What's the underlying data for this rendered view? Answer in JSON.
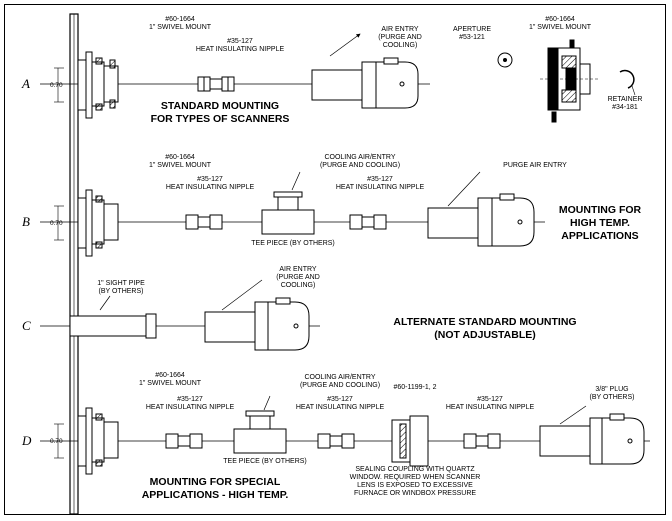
{
  "rows": {
    "a": "A",
    "b": "B",
    "c": "C",
    "d": "D"
  },
  "dim": "0.70",
  "row_a": {
    "swivel_part": "#60-1664",
    "swivel_name": "1\" SWIVEL MOUNT",
    "nipple_part": "#35-127",
    "nipple_name": "HEAT INSULATING NIPPLE",
    "air_entry": "AIR ENTRY",
    "air_entry_sub1": "(PURGE AND",
    "air_entry_sub2": "COOLING)",
    "title1": "STANDARD MOUNTING",
    "title2": "FOR TYPES OF SCANNERS",
    "aperture_label": "APERTURE",
    "aperture_part": "#53-121",
    "detail_swivel_part": "#60-1664",
    "detail_swivel_name": "1\" SWIVEL MOUNT",
    "retainer_label": "RETAINER",
    "retainer_part": "#34-181"
  },
  "row_b": {
    "swivel_part": "#60-1664",
    "swivel_name": "1\" SWIVEL MOUNT",
    "nipple1_part": "#35-127",
    "nipple1_name": "HEAT INSULATING NIPPLE",
    "cooling1": "COOLING AIR/ENTRY",
    "cooling2": "(PURGE AND COOLING)",
    "nipple2_part": "#35-127",
    "nipple2_name": "HEAT INSULATING NIPPLE",
    "purge": "PURGE AIR ENTRY",
    "tee": "TEE PIECE (BY OTHERS)",
    "title1": "MOUNTING FOR",
    "title2": "HIGH TEMP.",
    "title3": "APPLICATIONS"
  },
  "row_c": {
    "sight1": "1\" SIGHT PIPE",
    "sight2": "(BY OTHERS)",
    "air_entry": "AIR ENTRY",
    "air_entry_sub1": "(PURGE AND",
    "air_entry_sub2": "COOLING)",
    "title1": "ALTERNATE STANDARD MOUNTING",
    "title2": "(NOT ADJUSTABLE)"
  },
  "row_d": {
    "swivel_part": "#60-1664",
    "swivel_name": "1\" SWIVEL MOUNT",
    "nipple1_part": "#35-127",
    "nipple1_name": "HEAT INSULATING NIPPLE",
    "cooling1": "COOLING AIR/ENTRY",
    "cooling2": "(PURGE AND COOLING)",
    "nipple2_part": "#35-127",
    "nipple2_name": "HEAT INSULATING NIPPLE",
    "coupling_part": "#60-1199-1, 2",
    "nipple3_part": "#35-127",
    "nipple3_name": "HEAT INSULATING NIPPLE",
    "plug1": "3/8\" PLUG",
    "plug2": "(BY OTHERS)",
    "tee": "TEE PIECE (BY OTHERS)",
    "seal1": "SEALING COUPLING WITH QUARTZ",
    "seal2": "WINDOW. REQUIRED WHEN SCANNER",
    "seal3": "LENS IS EXPOSED TO EXCESSIVE",
    "seal4": "FURNACE OR WINDBOX PRESSURE",
    "title1": "MOUNTING FOR SPECIAL",
    "title2": "APPLICATIONS - HIGH TEMP."
  }
}
